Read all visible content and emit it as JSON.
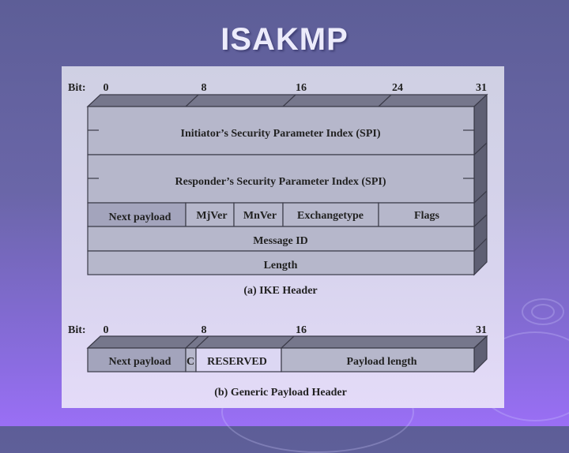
{
  "slide": {
    "title": "ISAKMP"
  },
  "ike_header": {
    "bit_label": "Bit:",
    "bit_marks": [
      "0",
      "8",
      "16",
      "24",
      "31"
    ],
    "fields": {
      "initiator_spi": "Initiator’s Security Parameter Index (SPI)",
      "responder_spi": "Responder’s Security Parameter Index (SPI)",
      "next_payload": "Next payload",
      "mjver": "MjVer",
      "mnver": "MnVer",
      "exchange_type": "Exchangetype",
      "flags": "Flags",
      "message_id": "Message ID",
      "length": "Length"
    },
    "caption": "(a) IKE Header"
  },
  "generic_header": {
    "bit_label": "Bit:",
    "bit_marks": [
      "0",
      "8",
      "16",
      "31"
    ],
    "fields": {
      "next_payload": "Next payload",
      "c": "C",
      "reserved": "RESERVED",
      "payload_length": "Payload length"
    },
    "caption": "(b) Generic Payload Header"
  },
  "colors": {
    "field_fill": "#b6b7cb",
    "next_payload_fill": "#a3a4bc",
    "reserved_fill": "#dcd7f3",
    "top_face": "#76778c",
    "side_face": "#5e5f73",
    "outline": "#3a3a48"
  }
}
